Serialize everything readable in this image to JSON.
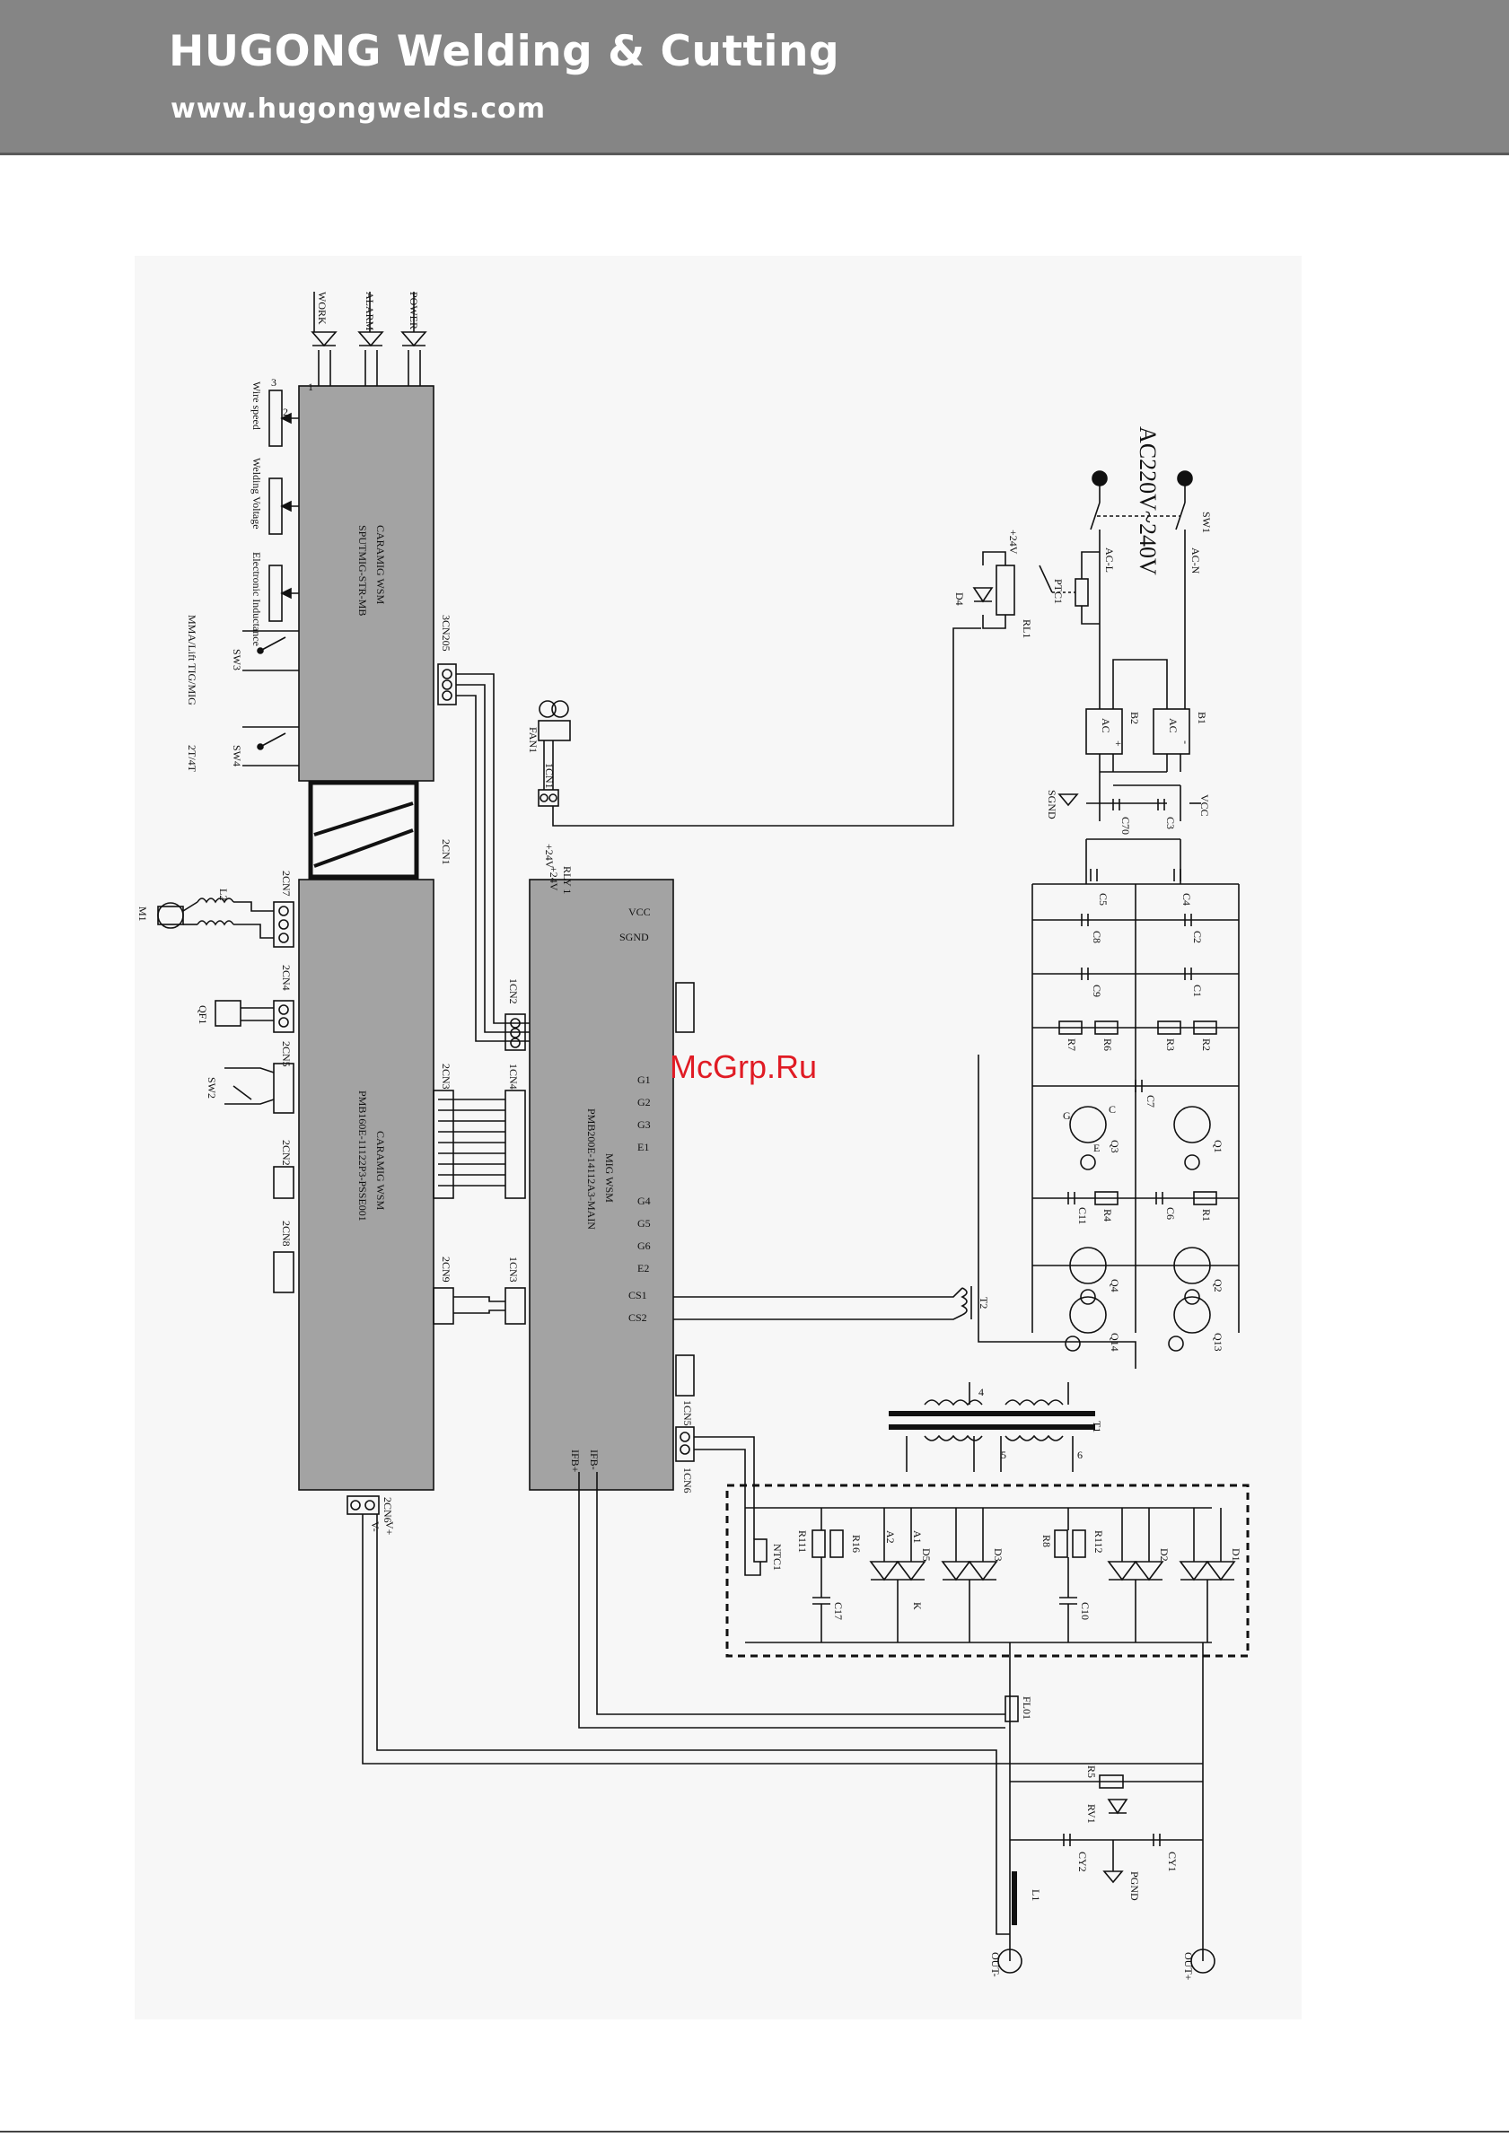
{
  "header": {
    "brand": "HUGONG Welding & Cutting",
    "website": "www.hugongwelds.com"
  },
  "watermark": "McGrp.Ru",
  "colors": {
    "header_bg": "#858585",
    "module_fill": "#a3a3a3",
    "wire": "#111111",
    "watermark": "#e01b24"
  },
  "diagram": {
    "supply": "AC220V~240V",
    "boards": {
      "top_control": {
        "name": "CARAMIG WSM",
        "part": "SPUTMIG-STR-MB",
        "connector": "3CN205"
      },
      "control": {
        "name": "CARAMIG WSM",
        "part": "PMB160E-11122P3-PSSE001",
        "connectors": [
          "2CN7",
          "2CN4",
          "2CN5",
          "2CN2",
          "2CN8",
          "2CN3",
          "2CN9",
          "2CN6",
          "2CN1"
        ]
      },
      "main": {
        "name": "MIG WSM",
        "part": "PMB200E-14112A3-MAIN",
        "connectors": [
          "1CN2",
          "1CN4",
          "1CN3",
          "1CN5",
          "1CN6",
          "1CN1"
        ],
        "pins": [
          "VCC",
          "SGND",
          "G1",
          "G2",
          "G3",
          "E1",
          "G4",
          "G5",
          "G6",
          "E2",
          "CS1",
          "CS2",
          "IFB+",
          "IFB-"
        ],
        "rly_label": "RLY 1",
        "v24_label": "+24V"
      }
    },
    "indicators": [
      "WORK",
      "ALARM",
      "POWER"
    ],
    "pots": [
      "Wire speed",
      "Welding Voltage",
      "Electronic Inductance"
    ],
    "switches": [
      {
        "ref": "SW3",
        "function": "MMA/Lift TIG/MIG"
      },
      {
        "ref": "SW4",
        "function": "2T/4T"
      },
      {
        "ref": "SW1",
        "function": ""
      },
      {
        "ref": "SW2",
        "function": ""
      }
    ],
    "motor": {
      "ref": "M1",
      "inductor": "L2"
    },
    "thermal": "QF1",
    "fan": {
      "ref": "FAN1",
      "connector": "1CN1",
      "v24": "+24V"
    },
    "relay": {
      "ref": "RL1",
      "diode": "D4",
      "ptc": "PTC1",
      "v24": "+24V"
    },
    "ac_lines": [
      "AC-L",
      "AC-N"
    ],
    "bridges": [
      "B2",
      "B1"
    ],
    "bridge_pins": [
      "AC",
      "AC",
      "+",
      "-"
    ],
    "ground_labels": [
      "SGND",
      "VCC"
    ],
    "caps_input": [
      "C70",
      "C3",
      "C5",
      "C4",
      "C8",
      "C2",
      "C9",
      "C1",
      "C7",
      "C6",
      "C11"
    ],
    "resistors_input": [
      "R7",
      "R6",
      "R3",
      "R2",
      "R4",
      "R1"
    ],
    "igbts": [
      "Q3",
      "Q1",
      "Q4",
      "Q2",
      "Q14",
      "Q13"
    ],
    "igbt_pins": [
      "G",
      "C",
      "E"
    ],
    "current_transformer": "T2",
    "main_transformer": "T1",
    "secondary": {
      "diodes": [
        "D5",
        "D3",
        "D2",
        "D1"
      ],
      "diode_pins": [
        "A1",
        "A2",
        "K"
      ],
      "resistors": [
        "R16",
        "R111",
        "R8",
        "R112"
      ],
      "caps": [
        "C17",
        "C10"
      ],
      "ntc": "NTC1"
    },
    "output": {
      "shunt": "FL01",
      "resistor": "R5",
      "varistor": "RV1",
      "caps": [
        "CY2",
        "CY1"
      ],
      "inductor": "L1",
      "pe": "PGND",
      "terminals": [
        "OUT-",
        "OUT+"
      ],
      "feedback": [
        "V-",
        "V+"
      ]
    },
    "pin_numbers": [
      "1",
      "2",
      "3",
      "4",
      "5",
      "6"
    ]
  }
}
